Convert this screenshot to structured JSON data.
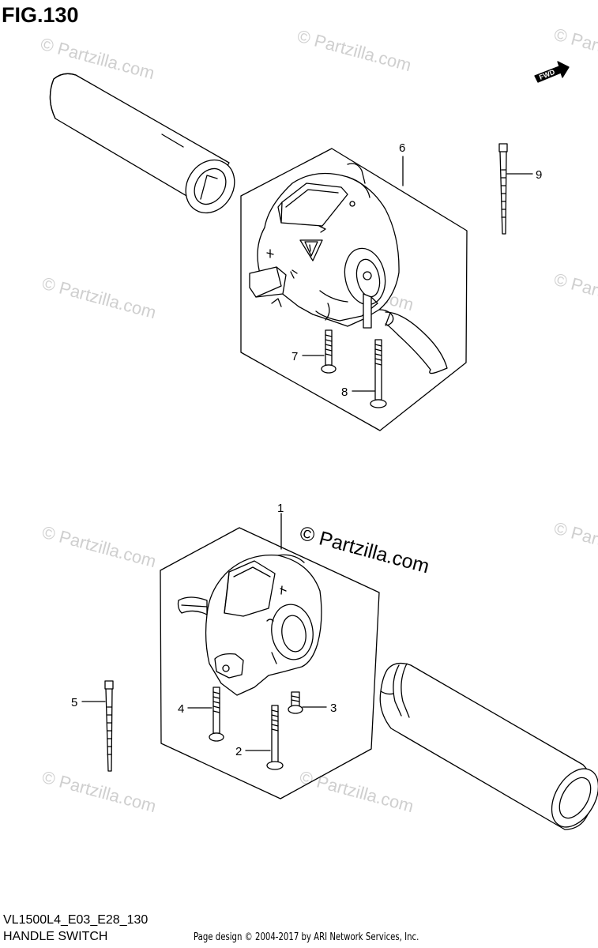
{
  "header": {
    "fig_title": "FIG.130"
  },
  "footer": {
    "model_code": "VL1500L4_E03_E28_130",
    "section_name": "HANDLE SWITCH",
    "credit": "Page design © 2004-2017 by ARI Network Services, Inc."
  },
  "watermark": {
    "text": "© Partzilla.com",
    "prominent_text": "© Partzilla.com"
  },
  "direction_tag": {
    "label": "FWD"
  },
  "callouts": {
    "c1": "1",
    "c2": "2",
    "c3": "3",
    "c4": "4",
    "c5": "5",
    "c6": "6",
    "c7": "7",
    "c8": "8",
    "c9": "9"
  },
  "colors": {
    "line": "#000000",
    "watermark": "#cfcfcf",
    "background": "#ffffff"
  }
}
